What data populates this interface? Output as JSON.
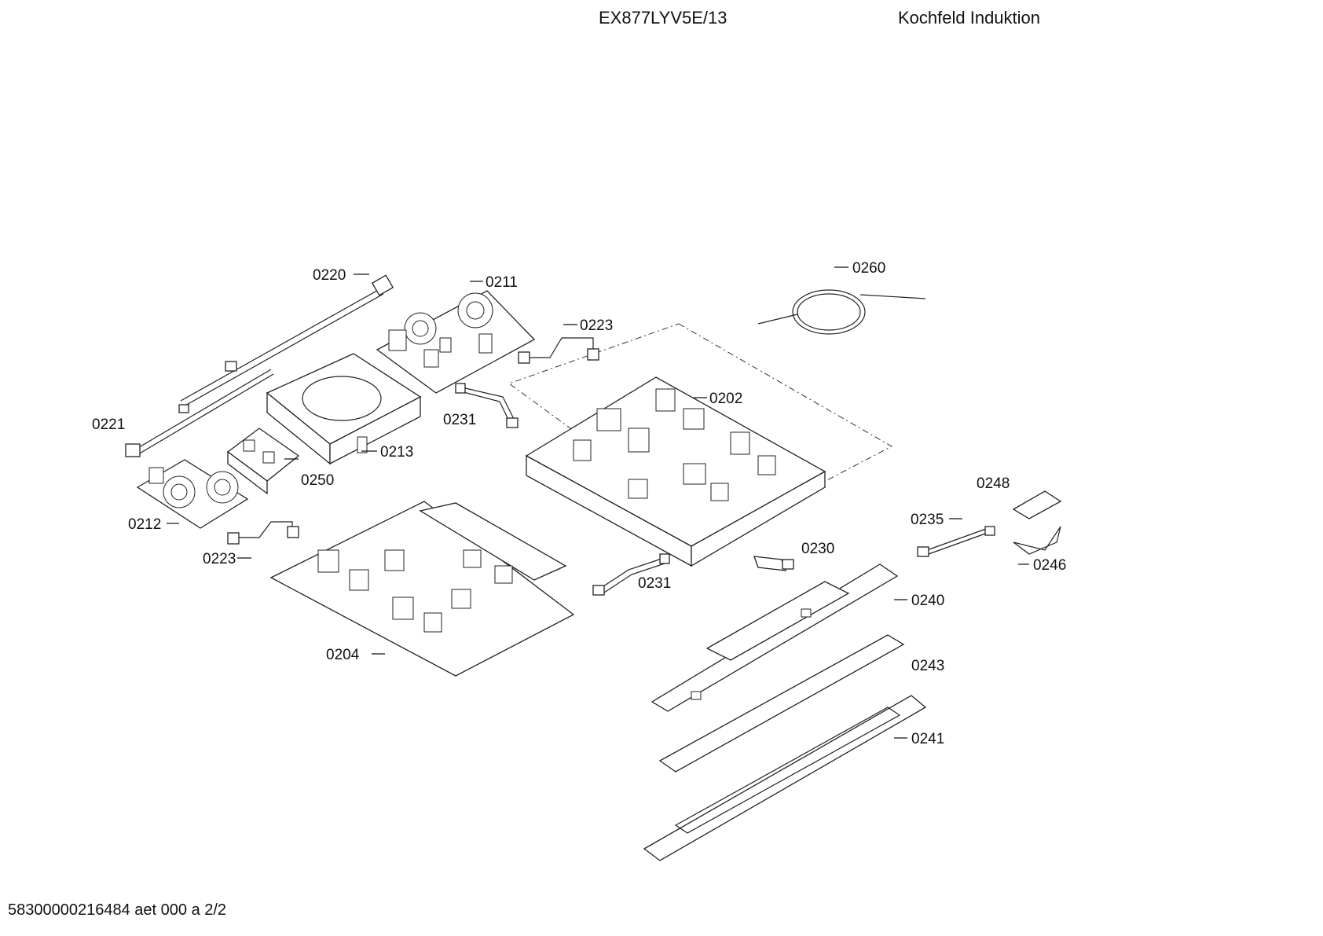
{
  "header": {
    "model": "EX877LYV5E/13",
    "title": "Kochfeld Induktion"
  },
  "footer": {
    "doc_ref": "58300000216484 aet 000 a 2/2"
  },
  "labels": {
    "p0220": "0220",
    "p0211": "0211",
    "p0223a": "0223",
    "p0260": "0260",
    "p0202": "0202",
    "p0221": "0221",
    "p0231a": "0231",
    "p0213": "0213",
    "p0250": "0250",
    "p0212": "0212",
    "p0223b": "0223",
    "p0248": "0248",
    "p0235": "0235",
    "p0230": "0230",
    "p0246": "0246",
    "p0231b": "0231",
    "p0240": "0240",
    "p0204": "0204",
    "p0243": "0243",
    "p0241": "0241"
  }
}
